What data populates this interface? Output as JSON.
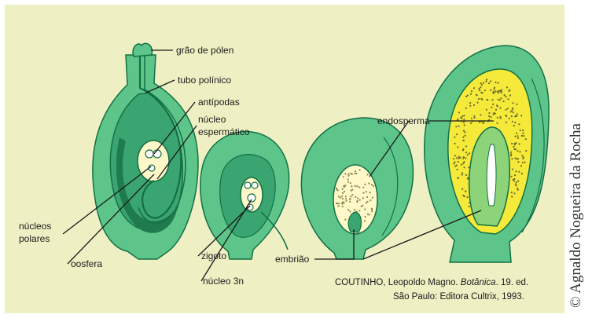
{
  "labels": {
    "pollen_grain": "grão de pólen",
    "pollen_tube": "tubo polínico",
    "antipodals": "antípodas",
    "sperm_nucleus": "núcleo espermático",
    "sperm_nucleus_line1": "núcleo",
    "sperm_nucleus_line2": "espermático",
    "polar_nuclei_line1": "núcleos",
    "polar_nuclei_line2": "polares",
    "oosphere": "oosfera",
    "zygote": "zigoto",
    "nucleus_3n": "núcleo 3n",
    "endosperm": "endosperma",
    "embryo": "embrião"
  },
  "citation": {
    "line1_author": "COUTINHO, Leopoldo Magno. ",
    "line1_title": "Botânica",
    "line1_edition": ". 19. ed.",
    "line2": "São Paulo: Editora Cultrix, 1993."
  },
  "credit": "© Agnaldo Nogueira da Rocha",
  "colors": {
    "background": "#eef0c4",
    "green_light": "#5ec58a",
    "green_mid": "#3aa570",
    "green_dark": "#1f7a4e",
    "green_outline": "#137045",
    "cream": "#fff8c9",
    "endosperm_yellow": "#f5ea3a"
  }
}
